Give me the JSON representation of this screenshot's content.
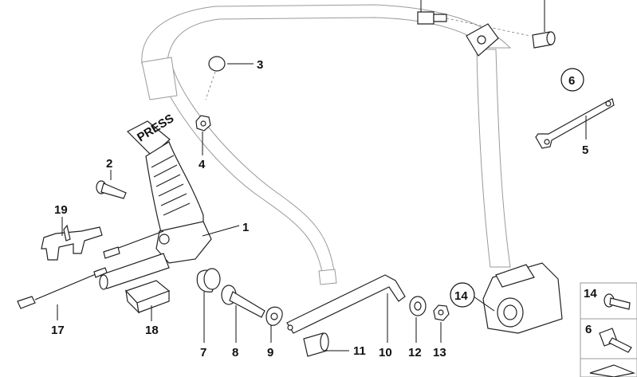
{
  "diagram": {
    "callouts": [
      "1",
      "2",
      "3",
      "4",
      "5",
      "6",
      "7",
      "8",
      "9",
      "10",
      "11",
      "12",
      "13",
      "14",
      "17",
      "18",
      "19"
    ],
    "circled_callouts": [
      "6",
      "14"
    ],
    "buckle_text": "PRESS",
    "legend": {
      "items": [
        "14",
        "6"
      ]
    }
  }
}
